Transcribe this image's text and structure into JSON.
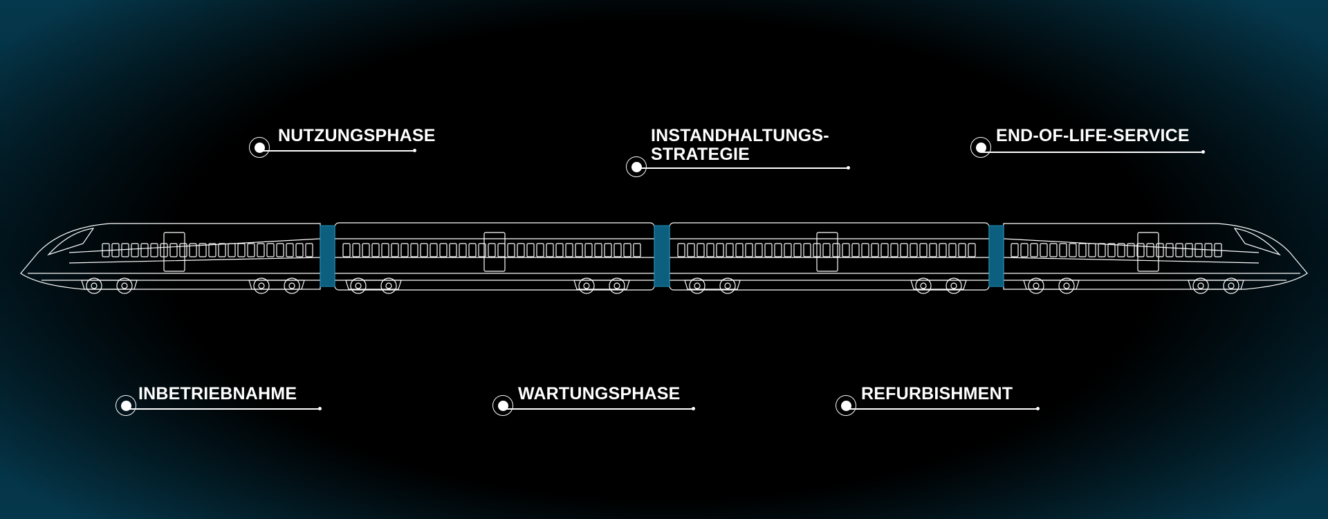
{
  "diagram": {
    "phases": [
      {
        "id": "nutzungsphase",
        "label": "NUTZUNGSPHASE"
      },
      {
        "id": "instandhaltungsstrategie",
        "label_line1": "INSTANDHALTUNGS-",
        "label_line2": "STRATEGIE"
      },
      {
        "id": "end-of-life-service",
        "label": "END-OF-LIFE-SERVICE"
      },
      {
        "id": "inbetriebnahme",
        "label": "INBETRIEBNAHME"
      },
      {
        "id": "wartungsphase",
        "label": "WARTUNGSPHASE"
      },
      {
        "id": "refurbishment",
        "label": "REFURBISHMENT"
      }
    ],
    "colors": {
      "background": "#000000",
      "vignette": "#05384c",
      "line": "#ffffff",
      "coupling": "#0d5f80"
    },
    "icons": [
      "marker-icon",
      "train-icon"
    ]
  }
}
